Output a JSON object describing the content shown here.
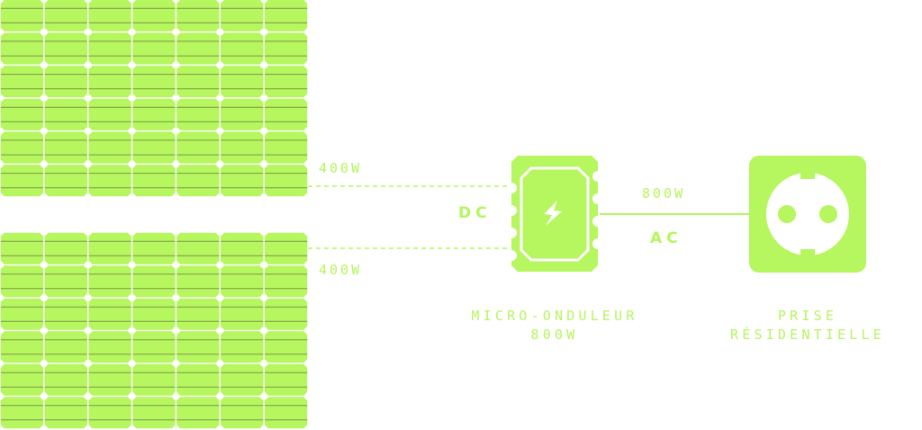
{
  "colors": {
    "accent": "#b6f65f",
    "cell_line": "#7a9a45",
    "background": "#ffffff"
  },
  "panels": [
    {
      "name": "solar-panel-top",
      "power_label": "400W",
      "rows": 6,
      "cols": 7
    },
    {
      "name": "solar-panel-bottom",
      "power_label": "400W",
      "rows": 6,
      "cols": 7
    }
  ],
  "connections": {
    "dc_label": "DC",
    "ac_label": "AC",
    "ac_power_label": "800W"
  },
  "inverter": {
    "icon": "lightning-bolt-icon",
    "title": "MICRO-ONDULEUR",
    "power": "800W"
  },
  "outlet": {
    "icon": "power-outlet-icon",
    "title_line1": "PRISE",
    "title_line2": "RÉSIDENTIELLE"
  }
}
